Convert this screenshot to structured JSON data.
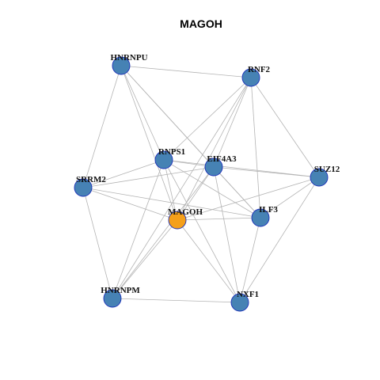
{
  "title": "MAGOH",
  "colors": {
    "node_fill": "#4682b4",
    "node_stroke": "#1a2fb8",
    "focus_fill": "#f5a01a",
    "focus_stroke": "#1a2fb8",
    "edge": "#b4b4b4",
    "background": "#ffffff"
  },
  "nodes": [
    {
      "id": "HNRNPU",
      "label": "HNRNPU",
      "focus": false
    },
    {
      "id": "RNF2",
      "label": "RNF2",
      "focus": false
    },
    {
      "id": "RNPS1",
      "label": "RNPS1",
      "focus": false
    },
    {
      "id": "EIF4A3",
      "label": "EIF4A3",
      "focus": false
    },
    {
      "id": "SUZ12",
      "label": "SUZ12",
      "focus": false
    },
    {
      "id": "SRRM2",
      "label": "SRRM2",
      "focus": false
    },
    {
      "id": "MAGOH",
      "label": "MAGOH",
      "focus": true
    },
    {
      "id": "ILF3",
      "label": "ILF3",
      "focus": false
    },
    {
      "id": "HNRNPM",
      "label": "HNRNPM",
      "focus": false
    },
    {
      "id": "NXF1",
      "label": "NXF1",
      "focus": false
    }
  ],
  "edges": [
    [
      "HNRNPU",
      "RNF2"
    ],
    [
      "HNRNPU",
      "SRRM2"
    ],
    [
      "HNRNPU",
      "RNPS1"
    ],
    [
      "HNRNPU",
      "EIF4A3"
    ],
    [
      "HNRNPU",
      "MAGOH"
    ],
    [
      "HNRNPU",
      "ILF3"
    ],
    [
      "RNF2",
      "RNPS1"
    ],
    [
      "RNF2",
      "EIF4A3"
    ],
    [
      "RNF2",
      "MAGOH"
    ],
    [
      "RNF2",
      "SUZ12"
    ],
    [
      "RNF2",
      "ILF3"
    ],
    [
      "RNF2",
      "HNRNPM"
    ],
    [
      "RNPS1",
      "EIF4A3"
    ],
    [
      "RNPS1",
      "SRRM2"
    ],
    [
      "RNPS1",
      "SUZ12"
    ],
    [
      "RNPS1",
      "MAGOH"
    ],
    [
      "RNPS1",
      "NXF1"
    ],
    [
      "RNPS1",
      "HNRNPM"
    ],
    [
      "RNPS1",
      "ILF3"
    ],
    [
      "EIF4A3",
      "SUZ12"
    ],
    [
      "EIF4A3",
      "SRRM2"
    ],
    [
      "EIF4A3",
      "MAGOH"
    ],
    [
      "EIF4A3",
      "ILF3"
    ],
    [
      "EIF4A3",
      "NXF1"
    ],
    [
      "EIF4A3",
      "HNRNPM"
    ],
    [
      "SUZ12",
      "MAGOH"
    ],
    [
      "SUZ12",
      "ILF3"
    ],
    [
      "SUZ12",
      "NXF1"
    ],
    [
      "SRRM2",
      "MAGOH"
    ],
    [
      "SRRM2",
      "ILF3"
    ],
    [
      "SRRM2",
      "HNRNPM"
    ],
    [
      "MAGOH",
      "ILF3"
    ],
    [
      "MAGOH",
      "NXF1"
    ],
    [
      "MAGOH",
      "HNRNPM"
    ],
    [
      "ILF3",
      "NXF1"
    ],
    [
      "HNRNPM",
      "NXF1"
    ]
  ]
}
